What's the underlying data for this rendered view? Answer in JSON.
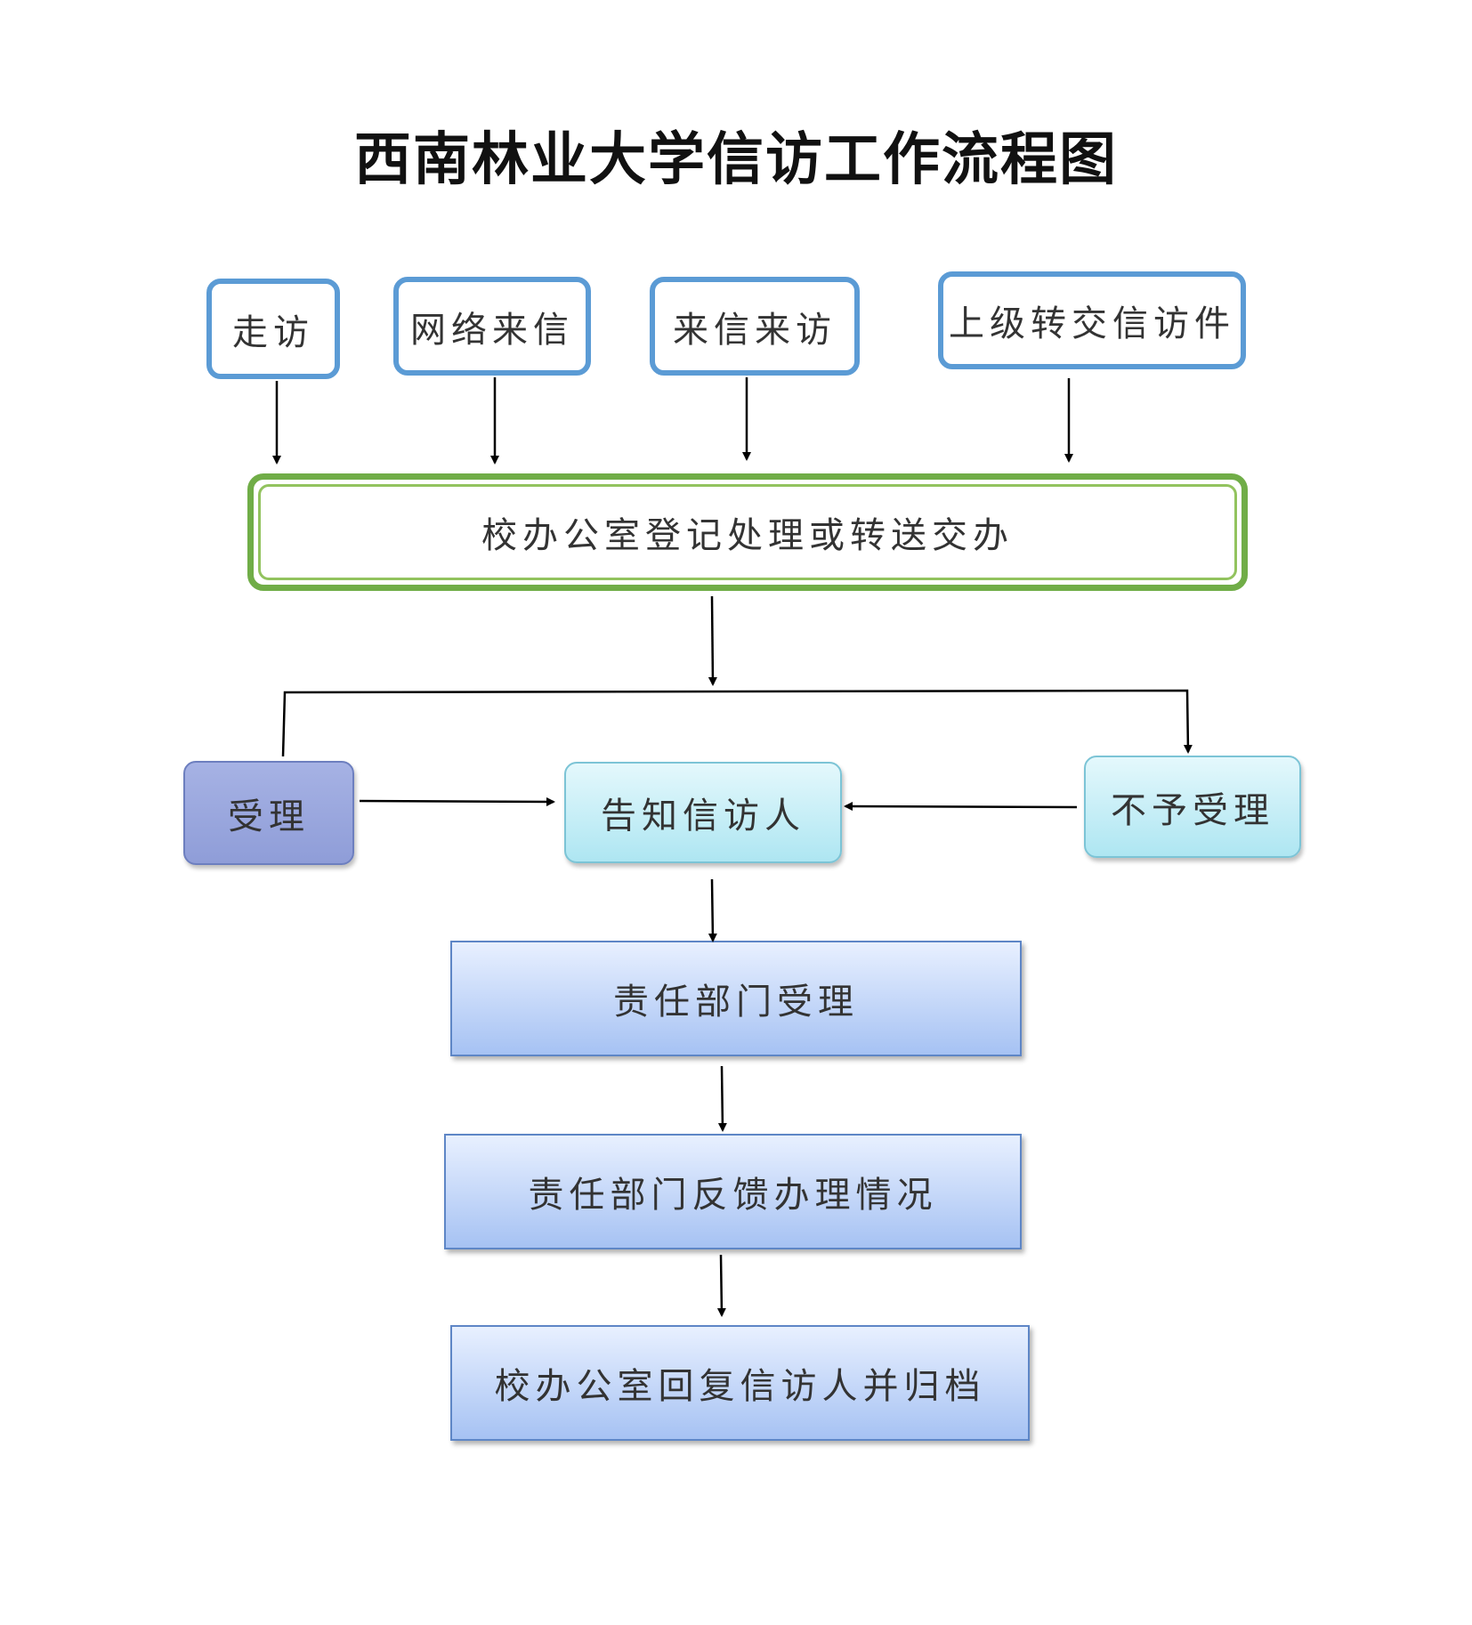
{
  "title": "西南林业大学信访工作流程图",
  "nodes": {
    "walk_in": "走访",
    "online_letter": "网络来信",
    "letter_visit": "来信来访",
    "superior_referral": "上级转交信访件",
    "register": "校办公室登记处理或转送交办",
    "accept": "受理",
    "notify": "告知信访人",
    "reject": "不予受理",
    "dept_accept": "责任部门受理",
    "dept_feedback": "责任部门反馈办理情况",
    "reply_archive": "校办公室回复信访人并归档"
  },
  "colors": {
    "source_border": "#5b9bd5",
    "register_border": "#70ad47",
    "accept_fill": "#9aa7de",
    "notify_fill": "#c5eef7",
    "dept_fill": "#bcd2f7",
    "arrow": "#000000"
  }
}
